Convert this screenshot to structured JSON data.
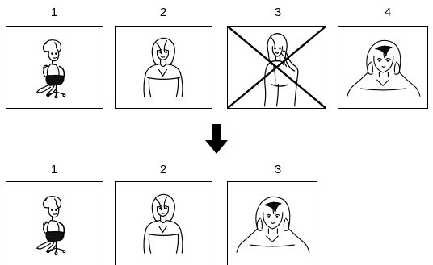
{
  "top_row": {
    "labels": [
      "1",
      "2",
      "3",
      "4"
    ],
    "frames": [
      {
        "picture": "woman-sitting-in-chair"
      },
      {
        "picture": "woman-standing-arms-down"
      },
      {
        "picture": "woman-hand-on-cheek",
        "crossed_out": true
      },
      {
        "picture": "woman-hands-on-head"
      }
    ]
  },
  "arrow": {
    "icon": "down-arrow-icon"
  },
  "bottom_row": {
    "labels": [
      "1",
      "2",
      "3"
    ],
    "frames": [
      {
        "picture": "woman-sitting-in-chair"
      },
      {
        "picture": "woman-standing-arms-down"
      },
      {
        "picture": "woman-hands-on-head"
      }
    ]
  }
}
